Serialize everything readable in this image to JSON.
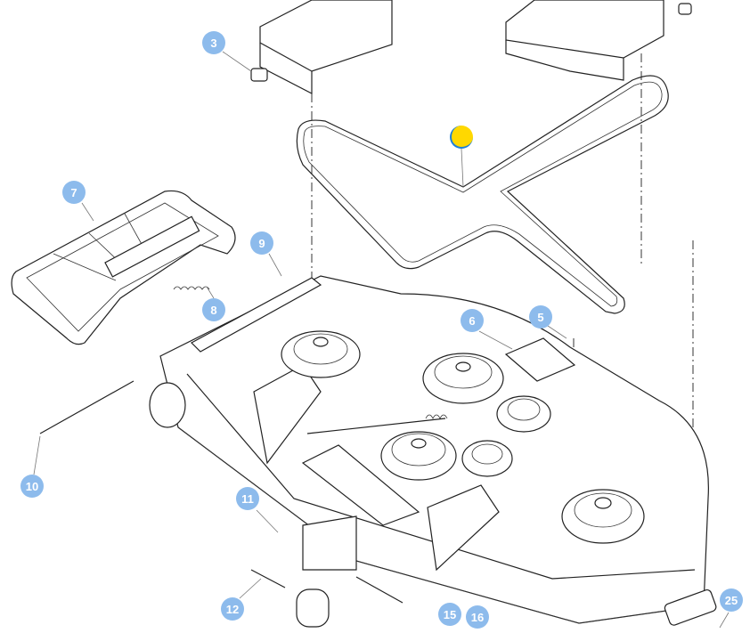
{
  "diagram": {
    "callouts": [
      {
        "label": "3"
      },
      {
        "label": "7"
      },
      {
        "label": "9"
      },
      {
        "label": "8"
      },
      {
        "label": "6"
      },
      {
        "label": "5"
      },
      {
        "label": "10"
      },
      {
        "label": "11"
      },
      {
        "label": "12"
      },
      {
        "label": "15"
      },
      {
        "label": "16"
      },
      {
        "label": "25"
      },
      {
        "label": ""
      }
    ],
    "colors": {
      "callout": "#8dbbec",
      "selected": "#ffd800",
      "selected_ring": "#1e7fd8"
    }
  }
}
